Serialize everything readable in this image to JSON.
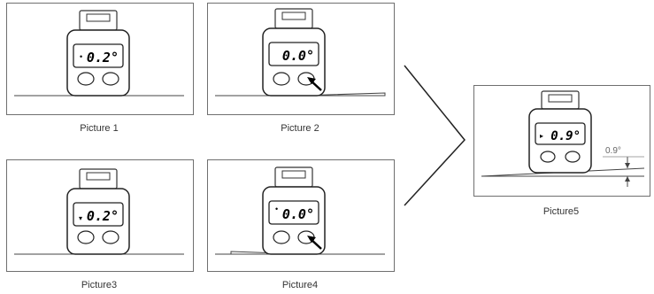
{
  "pictures": [
    {
      "caption": "Picture 1",
      "reading": "0.2°",
      "indicator": "•",
      "show_arrow": false,
      "base": "flat"
    },
    {
      "caption": "Picture 2",
      "reading": "0.0°",
      "indicator": "",
      "show_arrow": true,
      "base": "shim"
    },
    {
      "caption": "Picture3",
      "reading": "0.2°",
      "indicator": "▾",
      "show_arrow": false,
      "base": "flat"
    },
    {
      "caption": "Picture4",
      "reading": "0.0°",
      "indicator": "•",
      "show_arrow": true,
      "base": "shim"
    },
    {
      "caption": "Picture5",
      "reading": "0.9°",
      "indicator": "▸",
      "show_arrow": false,
      "base": "tilted",
      "angle_label": "0.9°"
    }
  ]
}
